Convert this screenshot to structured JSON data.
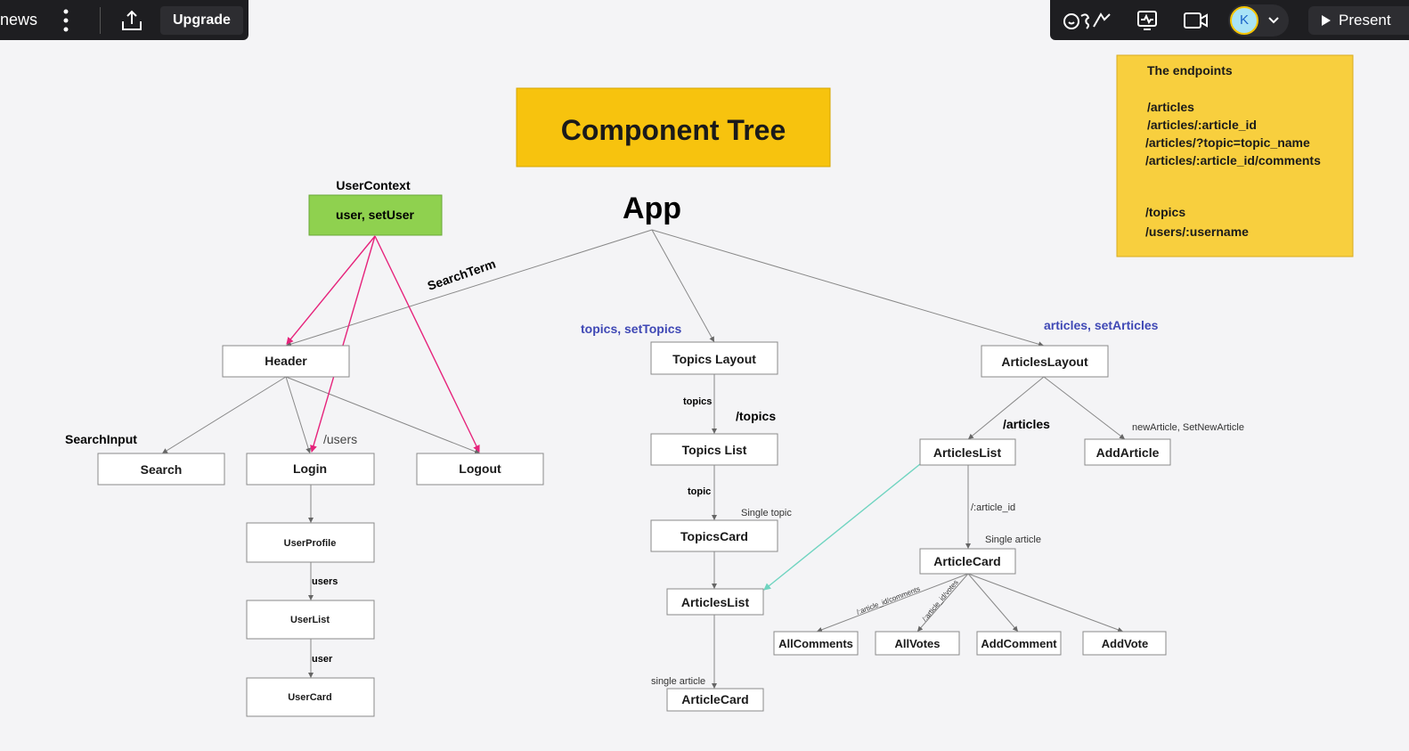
{
  "toolbar_left": {
    "board_name_fragment": "news",
    "upgrade_label": "Upgrade"
  },
  "toolbar_right": {
    "present_label": "Present",
    "avatar_initial": "K"
  },
  "diagram": {
    "title": "Component Tree",
    "endpoints_note": {
      "heading": "The endpoints",
      "lines": [
        "/articles",
        "/articles/:article_id",
        "/articles/?topic=topic_name",
        "/articles/:article_id/comments",
        "/topics",
        "/users/:username"
      ]
    },
    "context": {
      "label": "UserContext",
      "value": "user, setUser"
    },
    "root": "App",
    "nodes": {
      "header": "Header",
      "search": "Search",
      "login": "Login",
      "logout": "Logout",
      "user_profile": "UserProfile",
      "user_list": "UserList",
      "user_card": "UserCard",
      "topics_layout": "Topics Layout",
      "topics_list": "Topics List",
      "topics_card": "TopicsCard",
      "articles_list_topics": "ArticlesList",
      "article_card_topics": "ArticleCard",
      "articles_layout": "ArticlesLayout",
      "articles_list": "ArticlesList",
      "add_article": "AddArticle",
      "article_card": "ArticleCard",
      "all_comments": "AllComments",
      "all_votes": "AllVotes",
      "add_comment": "AddComment",
      "add_vote": "AddVote"
    },
    "labels": {
      "search_term": "SearchTerm",
      "search_input": "SearchInput",
      "users_route": "/users",
      "users": "users",
      "user": "user",
      "topics_state": "topics, setTopics",
      "topics": "topics",
      "topics_route": "/topics",
      "topic": "topic",
      "single_topic": "Single topic",
      "single_article_lower": "single article",
      "articles_state": "articles, setArticles",
      "articles_route": "/articles",
      "new_article": "newArticle, SetNewArticle",
      "article_id_route": "/:article_id",
      "single_article": "Single article",
      "comments_route": "/:article_id/comments",
      "votes_route": "/:article_id/votes"
    },
    "colors": {
      "title_fill": "#f7c30e",
      "note_fill": "#f8cf3e",
      "context_fill": "#8fd14f",
      "context_arrow": "#e6237b",
      "state_text": "#3f48b5",
      "teal_arrow": "#6fd4c0"
    }
  }
}
